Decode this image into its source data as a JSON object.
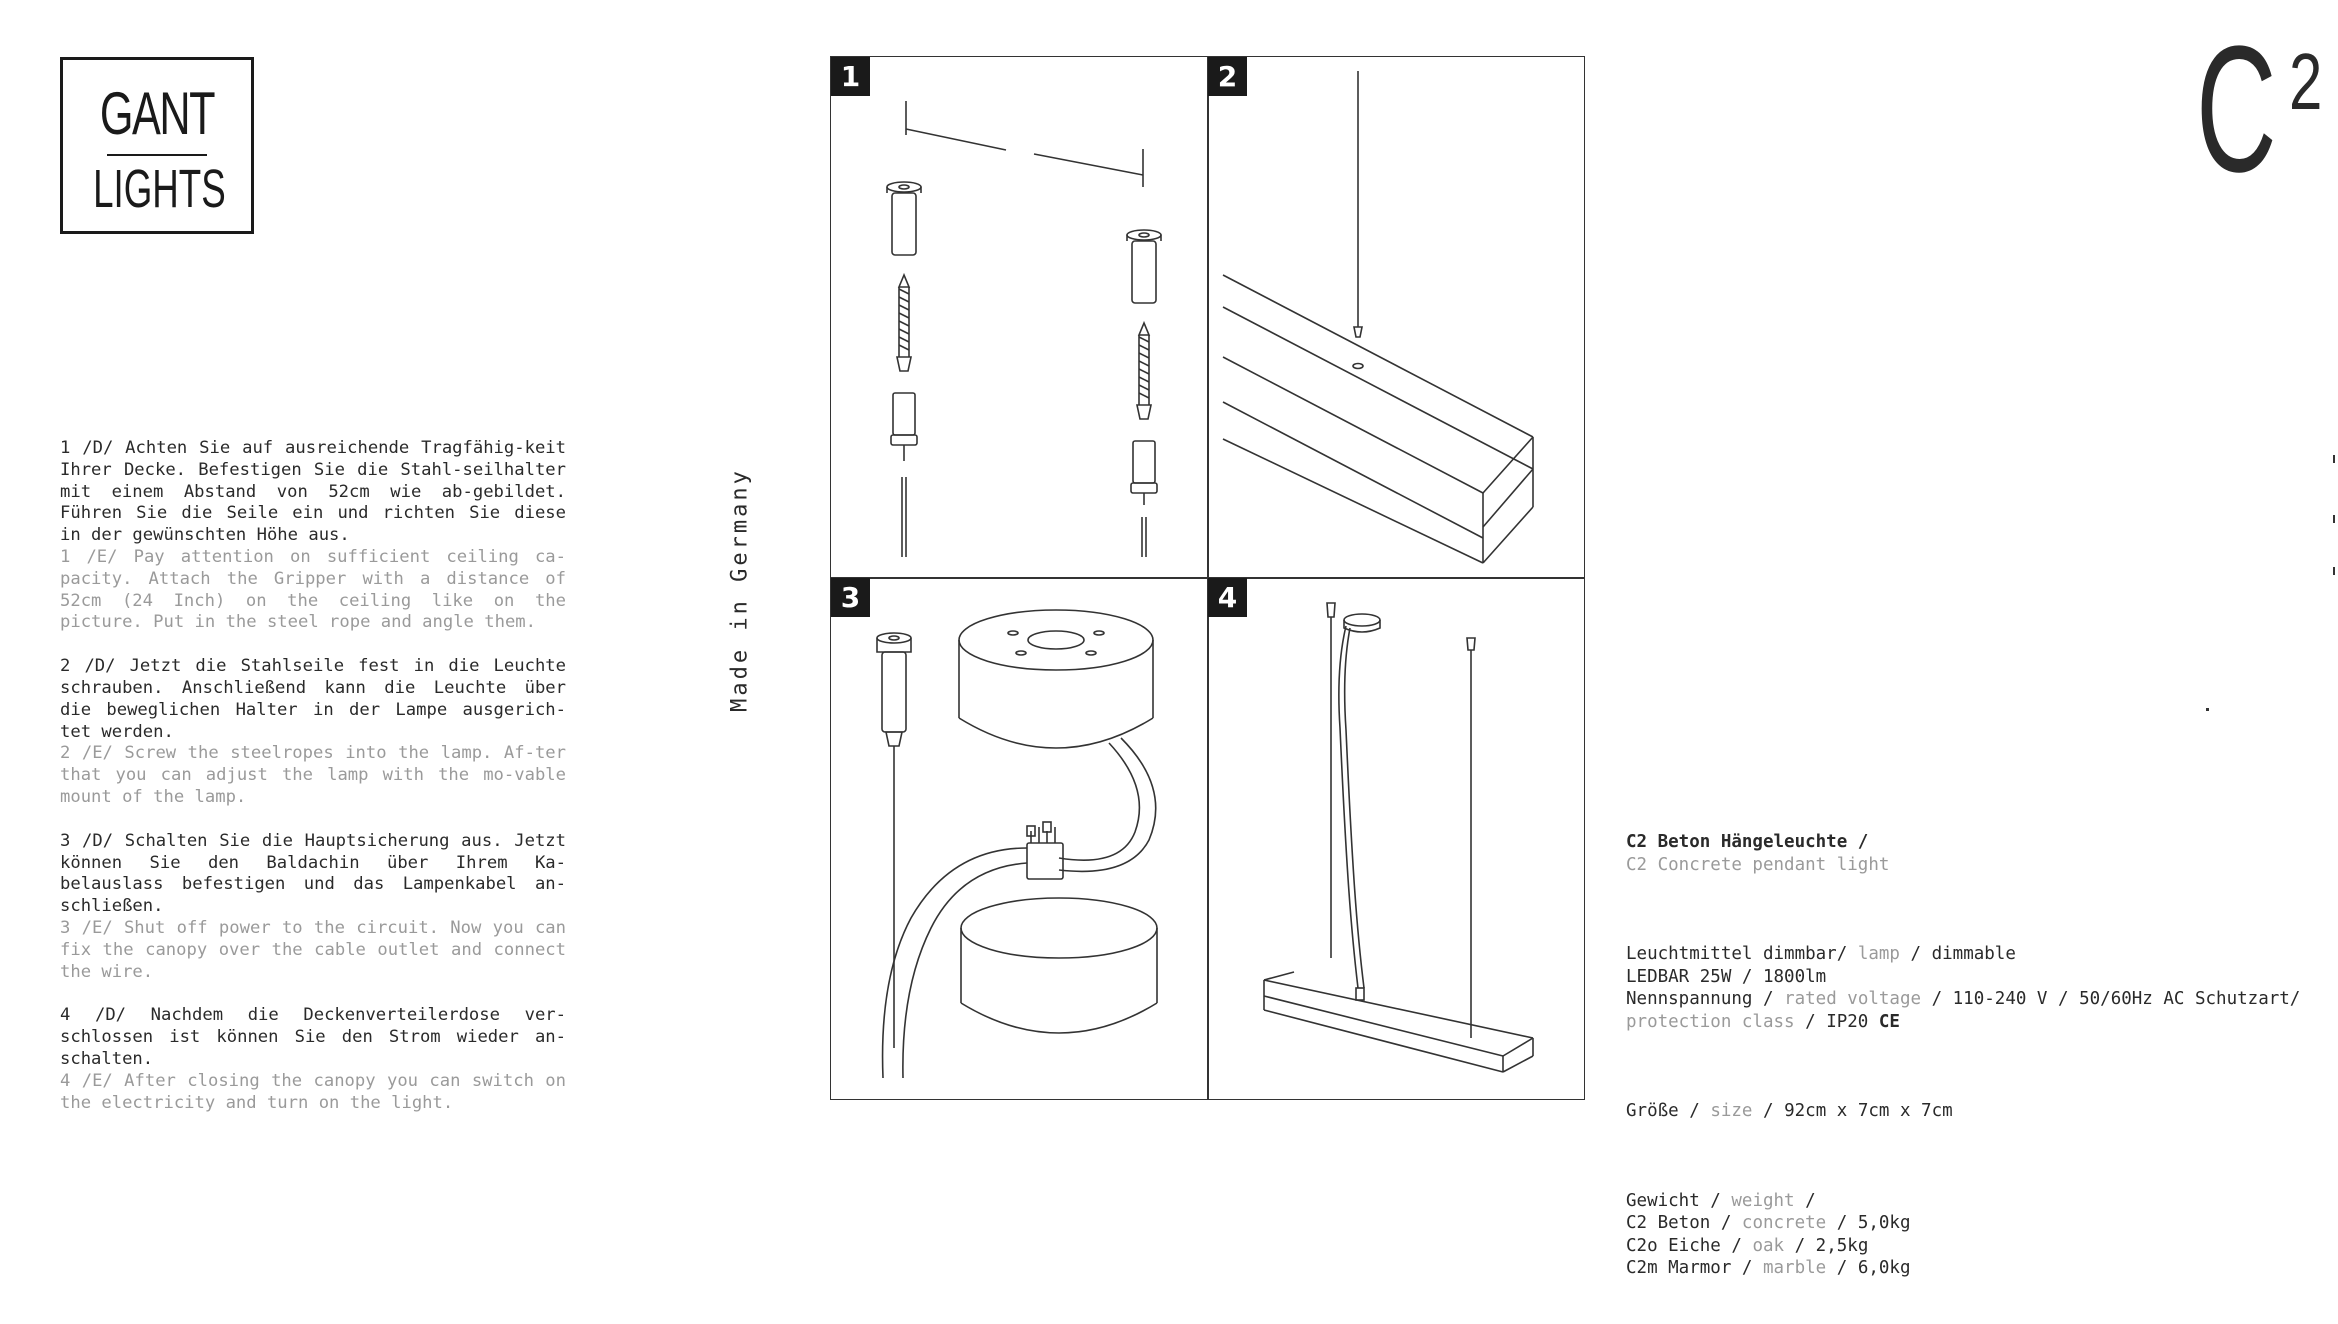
{
  "logo": {
    "line1": "GANT",
    "line2": "LIGHTS"
  },
  "made_in": "Made in Germany",
  "product_mark": {
    "letter": "C",
    "superscript": "2"
  },
  "steps": [
    {
      "num": "1",
      "de": "1 /D/ Achten Sie auf ausreichende Tragfähig-keit Ihrer Decke. Befestigen Sie die Stahl-seilhalter mit einem Abstand von 52cm wie ab-gebildet. Führen Sie die Seile ein und richten Sie diese in der gewünschten Höhe aus.",
      "en": "1 /E/ Pay attention on sufficient ceiling ca-pacity. Attach the Gripper with a distance of 52cm (24 Inch) on the ceiling like on the picture. Put in the steel rope and angle them."
    },
    {
      "num": "2",
      "de": "2 /D/ Jetzt die Stahlseile fest in die Leuchte schrauben. Anschließend kann die Leuchte über die beweglichen Halter in der Lampe ausgerich-tet werden.",
      "en": "2 /E/ Screw the steelropes into the lamp. Af-ter that you can adjust the lamp with the mo-vable mount of the lamp."
    },
    {
      "num": "3",
      "de": "3 /D/ Schalten Sie die Hauptsicherung aus. Jetzt können Sie den Baldachin über Ihrem Ka-belauslass befestigen und das Lampenkabel an-schließen.",
      "en": "3 /E/ Shut off power to the circuit. Now you can fix the canopy over the cable outlet and connect the wire."
    },
    {
      "num": "4",
      "de": "4 /D/ Nachdem die Deckenverteilerdose ver-schlossen ist können Sie den Strom wieder an-schalten.",
      "en": "4 /E/ After closing the canopy you can switch on the electricity and turn on the light."
    }
  ],
  "specs": {
    "title_de": "C2 Beton Hängeleuchte /",
    "title_en": "C2 Concrete pendant light",
    "light_de": "Leuchtmittel dimmbar/",
    "light_en": "lamp",
    "light_dim": "/ dimmable",
    "ledbar": "LEDBAR 25W / 1800lm",
    "voltage_de": "Nennspannung /",
    "voltage_en": "rated voltage",
    "voltage_val": "/ 110-240 V / 50/60Hz AC Schutzart/",
    "protection_en": "protection class",
    "protection_val": "/ IP20",
    "ce": "CE",
    "size_de": "Größe /",
    "size_en": "size",
    "size_val": "/ 92cm x 7cm x 7cm",
    "weight_de": "Gewicht /",
    "weight_en": "weight",
    "weight_slash": "/",
    "weights": [
      {
        "name": "C2 Beton /",
        "en": "concrete",
        "val": "/ 5,0kg"
      },
      {
        "name": "C2o Eiche /",
        "en": "oak",
        "val": "/ 2,5kg"
      },
      {
        "name": "C2m Marmor /",
        "en": "marble",
        "val": "/ 6,0kg"
      }
    ]
  }
}
